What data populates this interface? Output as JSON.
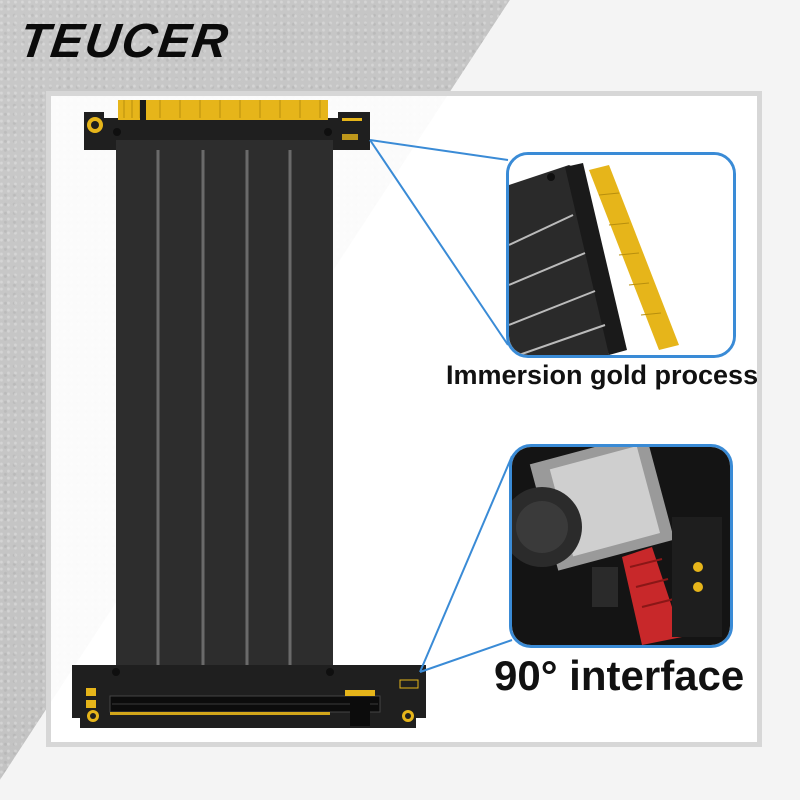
{
  "brand": {
    "name": "TEUCER"
  },
  "features": {
    "top": {
      "caption": "Immersion gold process"
    },
    "bottom": {
      "caption": "90° interface"
    }
  },
  "colors": {
    "cable": "#2d2d2d",
    "gold": "#e6b51a",
    "accent_blue": "#3a8bd6",
    "cable_red": "#c8282a"
  }
}
